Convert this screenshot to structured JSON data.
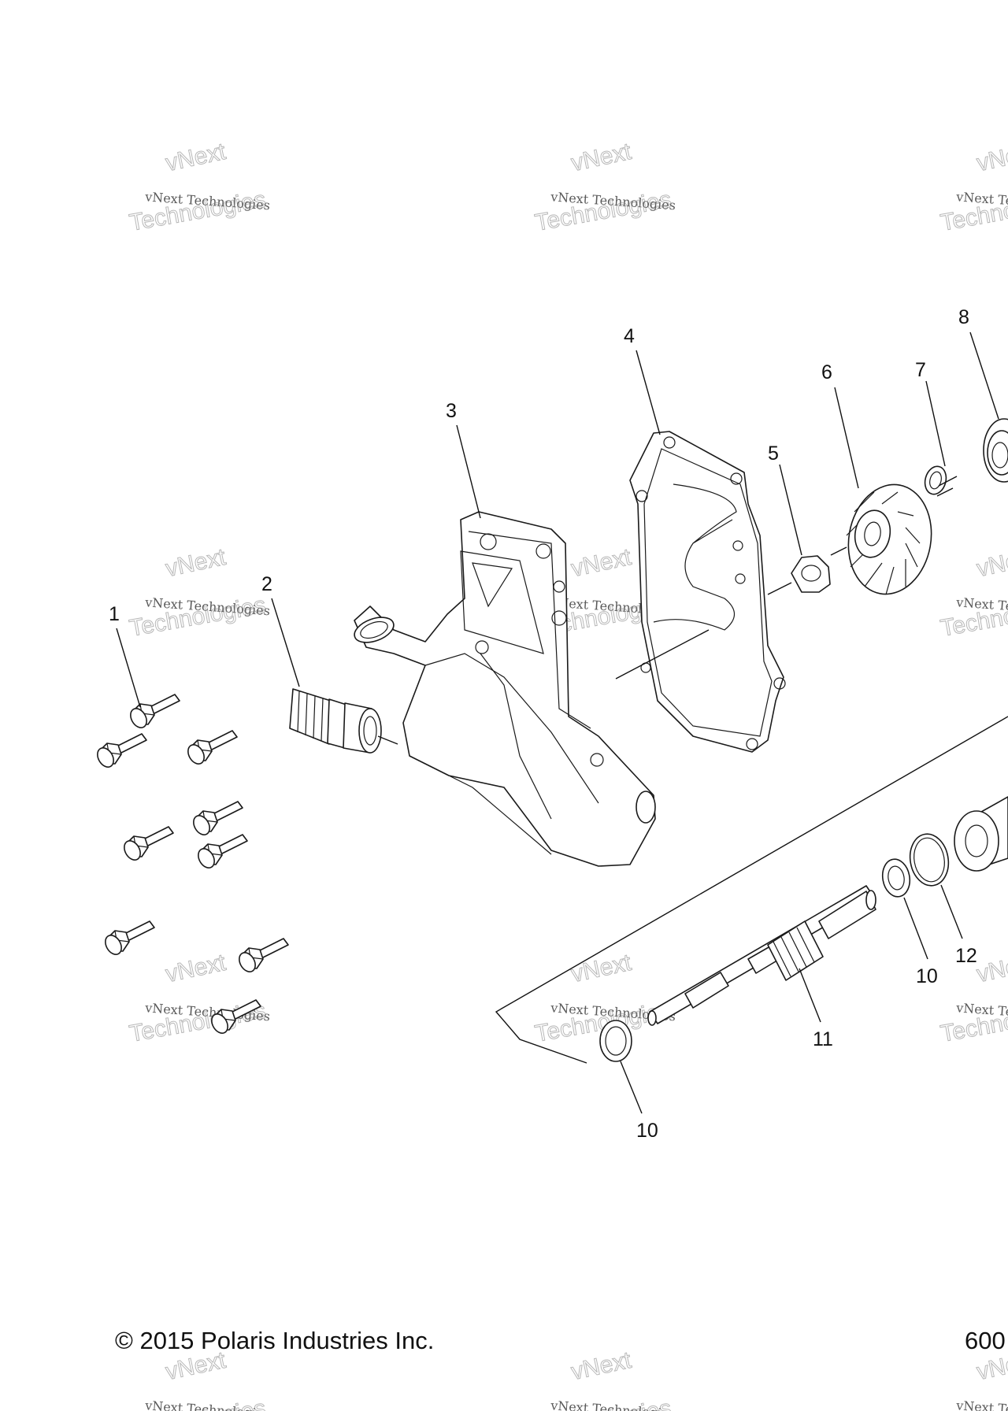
{
  "callouts": [
    {
      "label": "1"
    },
    {
      "label": "2"
    },
    {
      "label": "3"
    },
    {
      "label": "4"
    },
    {
      "label": "5"
    },
    {
      "label": "6"
    },
    {
      "label": "7"
    },
    {
      "label": "8"
    },
    {
      "label": "10"
    },
    {
      "label": "12"
    },
    {
      "label": "11"
    },
    {
      "label": "10"
    }
  ],
  "watermark": {
    "line1": "vNext",
    "line2": "vNext Technologies",
    "line3": "Technologies"
  },
  "footer": {
    "copyright": "© 2015 Polaris Industries Inc.",
    "page_number": "600"
  }
}
